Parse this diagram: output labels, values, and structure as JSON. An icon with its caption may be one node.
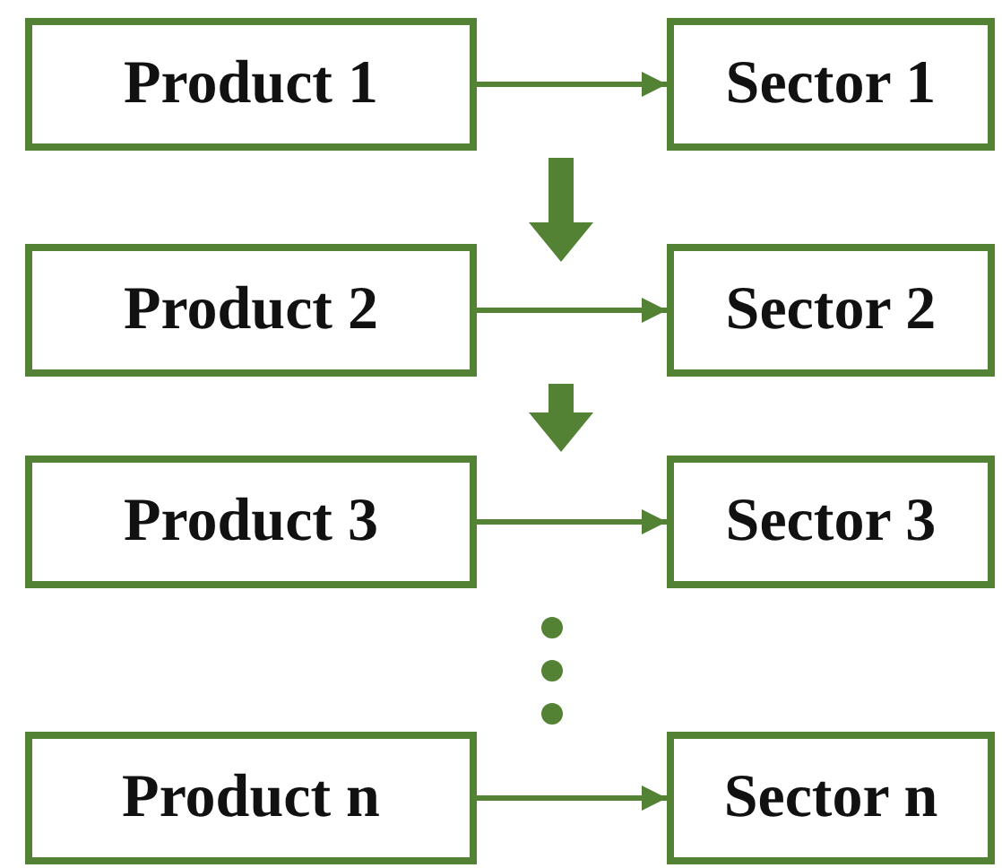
{
  "diagram": {
    "nodes": [
      {
        "text": [
          "Product 1"
        ]
      },
      {
        "text": [
          "Sector 1"
        ]
      },
      {
        "text": [
          "Product 2"
        ]
      },
      {
        "text": [
          "Sector 2"
        ]
      },
      {
        "text": [
          "Product 3"
        ]
      },
      {
        "text": [
          "Sector 3"
        ]
      },
      {
        "text": [
          "Product n"
        ]
      },
      {
        "text": [
          "Sector n"
        ]
      }
    ],
    "edges": [
      {
        "from": 0,
        "to": 1,
        "arrow": "to"
      },
      {
        "from": 2,
        "to": 3,
        "arrow": "to"
      },
      {
        "from": 4,
        "to": 5,
        "arrow": "to"
      },
      {
        "from": 6,
        "to": 7,
        "arrow": "to"
      }
    ]
  }
}
